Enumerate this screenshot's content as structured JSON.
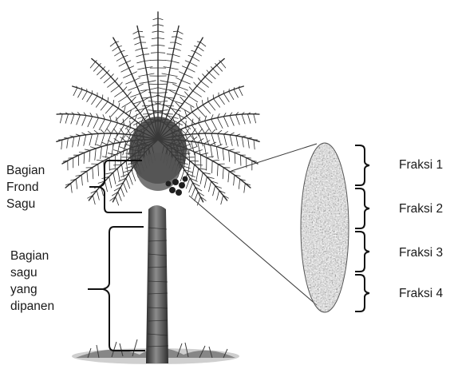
{
  "labels": {
    "frond_section": [
      "Bagian",
      "Frond",
      "Sagu"
    ],
    "harvested_section": [
      "Bagian",
      "sagu",
      "yang",
      "dipanen"
    ],
    "fractions": [
      "Fraksi 1",
      "Fraksi 2",
      "Fraksi 3",
      "Fraksi 4"
    ]
  }
}
